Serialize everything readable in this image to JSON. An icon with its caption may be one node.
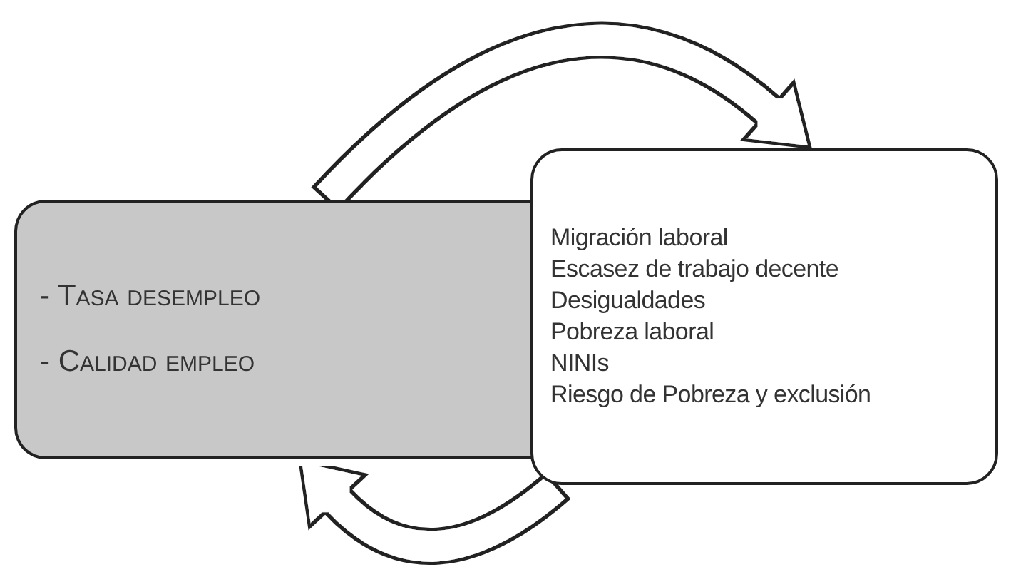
{
  "diagram": {
    "nodes": [
      {
        "text": [
          "- Tasa desempleo",
          "- Calidad empleo"
        ]
      },
      {
        "text": [
          "Migración laboral",
          "Escasez de trabajo decente",
          "Desigualdades",
          "Pobreza laboral",
          "NINIs",
          "Riesgo de Pobreza y exclusión"
        ]
      }
    ],
    "edges": [
      {
        "from": 0,
        "to": 1,
        "arrow": "to"
      },
      {
        "from": 1,
        "to": 0,
        "arrow": "to"
      }
    ]
  }
}
